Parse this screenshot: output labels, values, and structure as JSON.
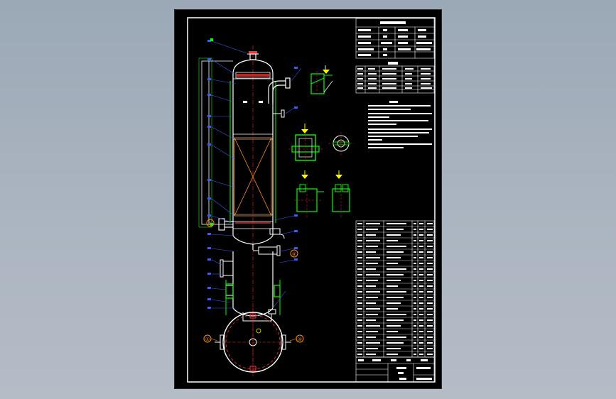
{
  "sheet": {
    "background": "#000000",
    "frame_color": "#ffffff",
    "outline_color": "#ffffff",
    "section_color": "#00ff00",
    "leader_color": "#3a5bff",
    "centerline_color": "#ff2020",
    "highlight_color": "#ffff00",
    "balloon_color": "#ff8c1a",
    "packing_color": "#ff3030",
    "cyan_color": "#00ffff"
  },
  "icons": {
    "section_marker": "yellow-section-flag",
    "callout": "orange-circle-callout"
  },
  "callouts": {
    "left_upper": "①",
    "right_mid": "④",
    "bottom_left": "①",
    "bottom_right": "④"
  }
}
